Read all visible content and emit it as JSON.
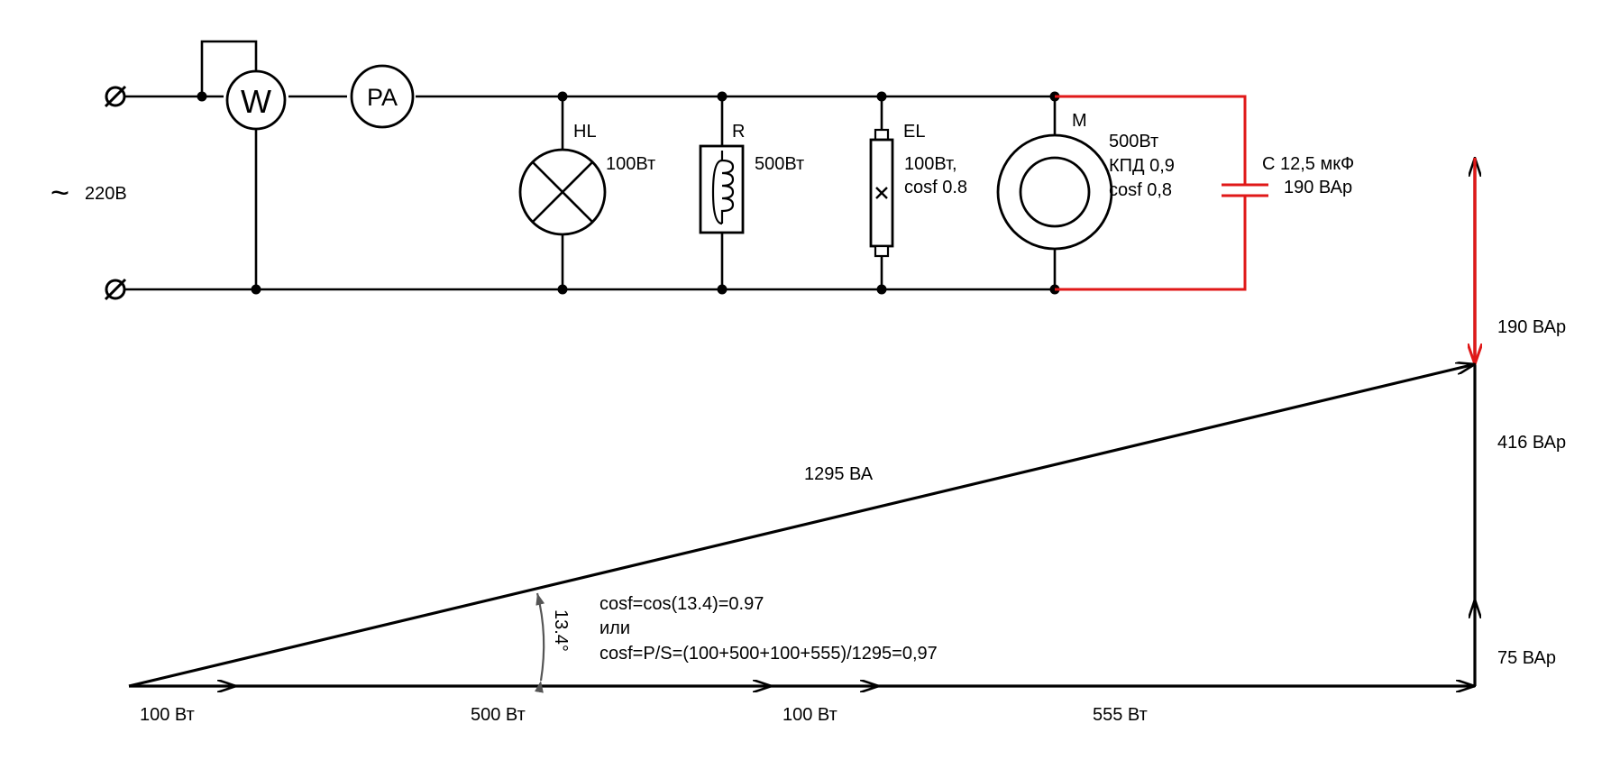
{
  "colors": {
    "wire": "#000000",
    "capacitor": "#e01818",
    "background": "#ffffff"
  },
  "source": {
    "tilde": "~",
    "voltage": "220В"
  },
  "meters": {
    "wattmeter": "W",
    "ammeter": "PA"
  },
  "loads": {
    "lamp": {
      "ref": "HL",
      "power": "100Вт"
    },
    "resistor": {
      "ref": "R",
      "power": "500Вт"
    },
    "fluorescent": {
      "ref": "EL",
      "power": "100Вт,",
      "pf": "cosf 0.8"
    },
    "motor": {
      "ref": "M",
      "power": "500Вт",
      "efficiency": "КПД 0,9",
      "pf": "cosf 0,8"
    },
    "capacitor": {
      "value": "С 12,5 мкФ",
      "reactive": "190 ВАр"
    }
  },
  "phasor": {
    "p_labels": [
      "100 Вт",
      "500 Вт",
      "100 Вт",
      "555 Вт"
    ],
    "q_labels": [
      "75 ВАр",
      "416 ВАр",
      "190 ВАр"
    ],
    "s_label": "1295 ВА",
    "angle_label": "13.4°",
    "formula_1": "cosf=cos(13.4)=0.97",
    "formula_or": "или",
    "formula_2": "cosf=P/S=(100+500+100+555)/1295=0,97"
  }
}
